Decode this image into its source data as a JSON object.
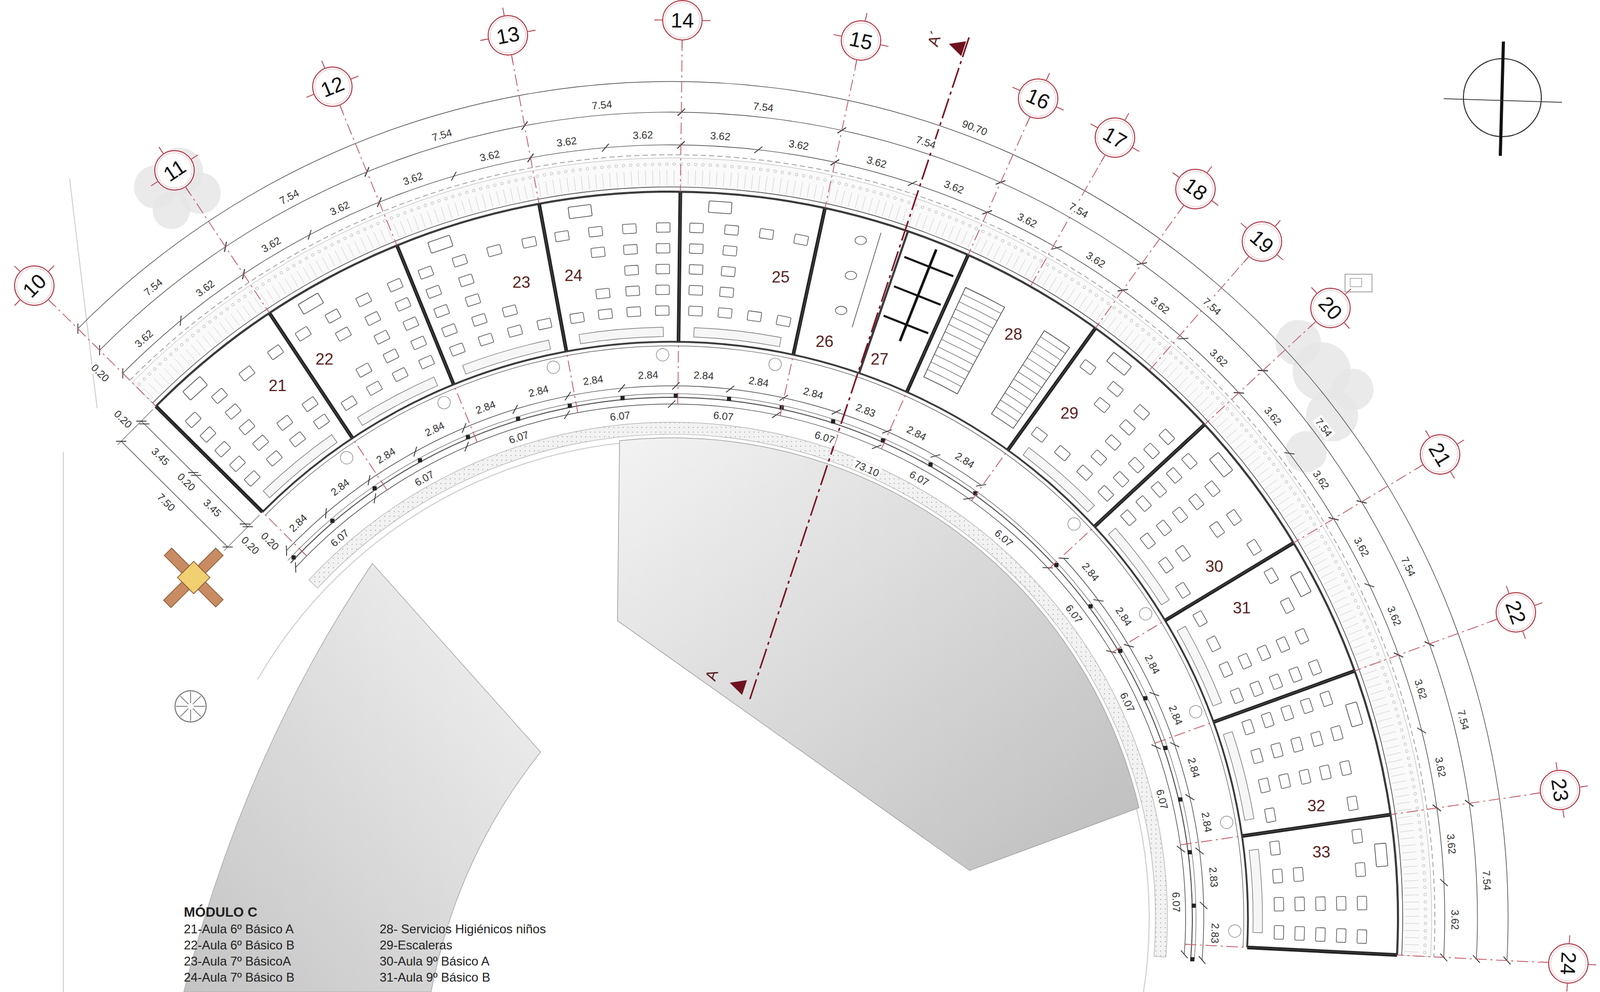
{
  "diagram": {
    "nodes": [
      {
        "text": [
          "21"
        ]
      },
      {
        "text": [
          "22"
        ]
      },
      {
        "text": [
          "23"
        ]
      },
      {
        "text": [
          "24"
        ]
      },
      {
        "text": [
          "25"
        ]
      },
      {
        "text": [
          "26"
        ]
      },
      {
        "text": [
          "27"
        ]
      },
      {
        "text": [
          "28"
        ]
      },
      {
        "text": [
          "29"
        ]
      },
      {
        "text": [
          "30"
        ]
      },
      {
        "text": [
          "31"
        ]
      },
      {
        "text": [
          "32"
        ]
      },
      {
        "text": [
          "33"
        ]
      },
      {
        "text": [
          "10"
        ]
      },
      {
        "text": [
          "11"
        ]
      },
      {
        "text": [
          "12"
        ]
      },
      {
        "text": [
          "13"
        ]
      },
      {
        "text": [
          "14"
        ]
      },
      {
        "text": [
          "15"
        ]
      },
      {
        "text": [
          "16"
        ]
      },
      {
        "text": [
          "17"
        ]
      },
      {
        "text": [
          "18"
        ]
      },
      {
        "text": [
          "19"
        ]
      },
      {
        "text": [
          "20"
        ]
      },
      {
        "text": [
          "21"
        ]
      },
      {
        "text": [
          "22"
        ]
      },
      {
        "text": [
          "23"
        ]
      },
      {
        "text": [
          "24"
        ]
      }
    ],
    "labels": [
      "90.70",
      "7.54",
      "7.54",
      "7.54",
      "7.54",
      "7.54",
      "7.54",
      "7.54",
      "7.54",
      "7.54",
      "7.54",
      "7.54",
      "7.54",
      "3.62",
      "3.62",
      "3.62",
      "3.62",
      "3.62",
      "3.62",
      "3.62",
      "3.62",
      "3.62",
      "3.62",
      "3.62",
      "3.62",
      "3.62",
      "3.62",
      "3.62",
      "3.62",
      "3.62",
      "3.62",
      "3.62",
      "3.62",
      "3.62",
      "3.62",
      "3.62",
      "3.62",
      "2.84",
      "2.84",
      "2.84",
      "2.84",
      "2.84",
      "2.84",
      "2.84",
      "2.84",
      "2.84",
      "2.84",
      "2.84",
      "2.83",
      "2.84",
      "2.84",
      "2.84",
      "2.84",
      "2.84",
      "2.84",
      "2.84",
      "2.84",
      "2.83",
      "2.83",
      "6.07",
      "6.07",
      "6.07",
      "6.07",
      "6.07",
      "6.07",
      "6.07",
      "6.07",
      "6.07",
      "6.07",
      "6.07",
      "6.07",
      "73.10",
      "0.20",
      "3.45",
      "0.20",
      "3.45",
      "0.20",
      "7.50",
      "0.20",
      "0.20",
      "A",
      "A´",
      "MÓDULO C",
      "21-Aula 6º Básico A",
      "22-Aula 6º Básico B",
      "23-Aula 7º BásicoA",
      "24-Aula 7º Básico B",
      "28- Servicios Higiénicos niños",
      "29-Escaleras",
      "30-Aula 9º Básico A",
      "31-Aula 9º Básico B"
    ]
  }
}
